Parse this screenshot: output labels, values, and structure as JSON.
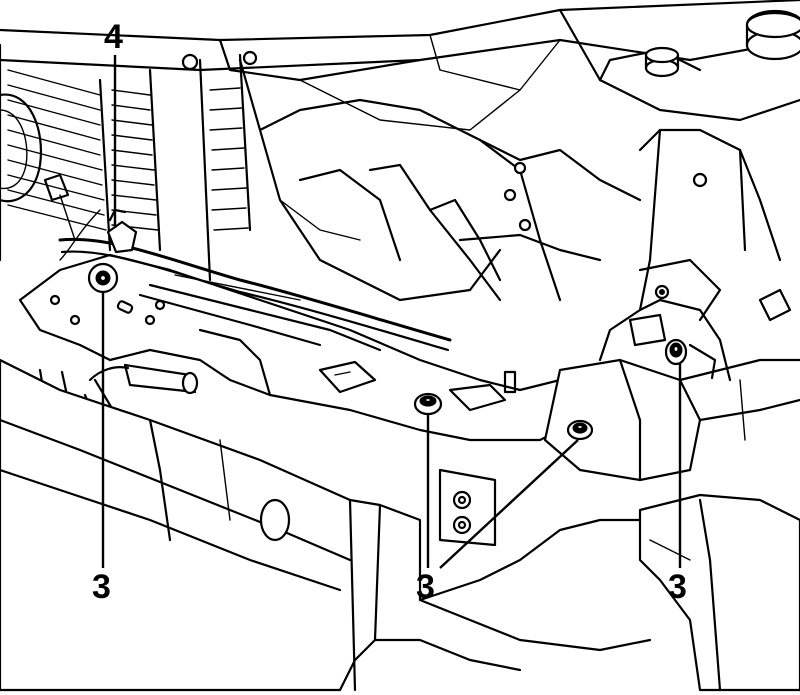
{
  "diagram": {
    "callouts": [
      {
        "id": "c4",
        "label": "4"
      },
      {
        "id": "c3a",
        "label": "3"
      },
      {
        "id": "c3b",
        "label": "3"
      },
      {
        "id": "c3c",
        "label": "3"
      }
    ]
  }
}
